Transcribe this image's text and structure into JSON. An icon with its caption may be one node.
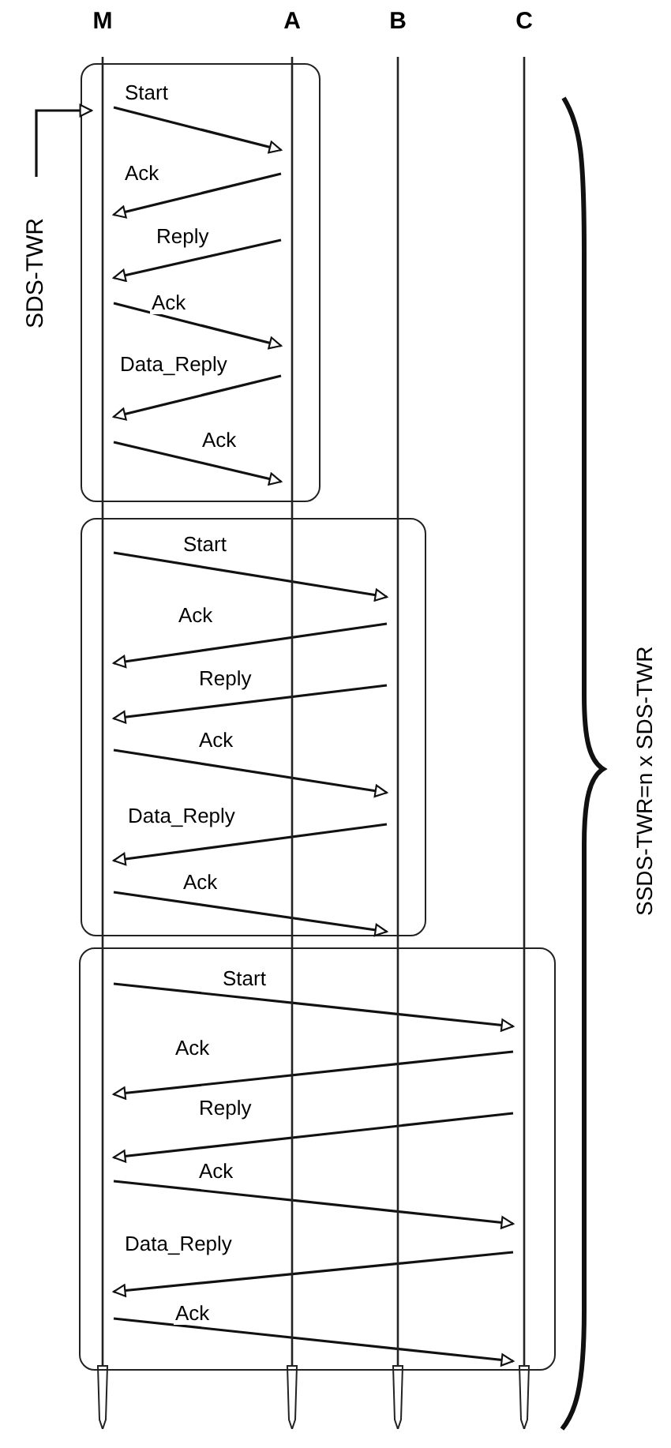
{
  "diagram": {
    "nodes": [
      {
        "text": [
          "M"
        ]
      },
      {
        "text": [
          "A"
        ]
      },
      {
        "text": [
          "B"
        ]
      },
      {
        "text": [
          "C"
        ]
      },
      {
        "text": [
          "SDS-TWR"
        ]
      }
    ],
    "edges": [
      {
        "from": 4,
        "to": 0,
        "arrow": "to"
      },
      {
        "from": 0,
        "to": 1,
        "label": "Start",
        "arrow": "to"
      },
      {
        "from": 1,
        "to": 0,
        "label": "Ack",
        "arrow": "to"
      },
      {
        "from": 1,
        "to": 0,
        "label": "Reply",
        "arrow": "to"
      },
      {
        "from": 0,
        "to": 1,
        "label": "Ack",
        "arrow": "to"
      },
      {
        "from": 1,
        "to": 0,
        "label": "Data_Reply",
        "arrow": "to"
      },
      {
        "from": 0,
        "to": 1,
        "label": "Ack",
        "arrow": "to"
      },
      {
        "from": 0,
        "to": 2,
        "label": "Start",
        "arrow": "to"
      },
      {
        "from": 2,
        "to": 0,
        "label": "Ack",
        "arrow": "to"
      },
      {
        "from": 2,
        "to": 0,
        "label": "Reply",
        "arrow": "to"
      },
      {
        "from": 0,
        "to": 2,
        "label": "Ack",
        "arrow": "to"
      },
      {
        "from": 2,
        "to": 0,
        "label": "Data_Reply",
        "arrow": "to"
      },
      {
        "from": 0,
        "to": 2,
        "label": "Ack",
        "arrow": "to"
      },
      {
        "from": 0,
        "to": 3,
        "label": "Start",
        "arrow": "to"
      },
      {
        "from": 3,
        "to": 0,
        "label": "Ack",
        "arrow": "to"
      },
      {
        "from": 3,
        "to": 0,
        "label": "Reply",
        "arrow": "to"
      },
      {
        "from": 0,
        "to": 3,
        "label": "Ack",
        "arrow": "to"
      },
      {
        "from": 3,
        "to": 0,
        "label": "Data_Reply",
        "arrow": "to"
      },
      {
        "from": 0,
        "to": 3,
        "label": "Ack",
        "arrow": "to"
      }
    ],
    "labels": [
      "SSDS-TWR=n x SDS-TWR"
    ]
  }
}
